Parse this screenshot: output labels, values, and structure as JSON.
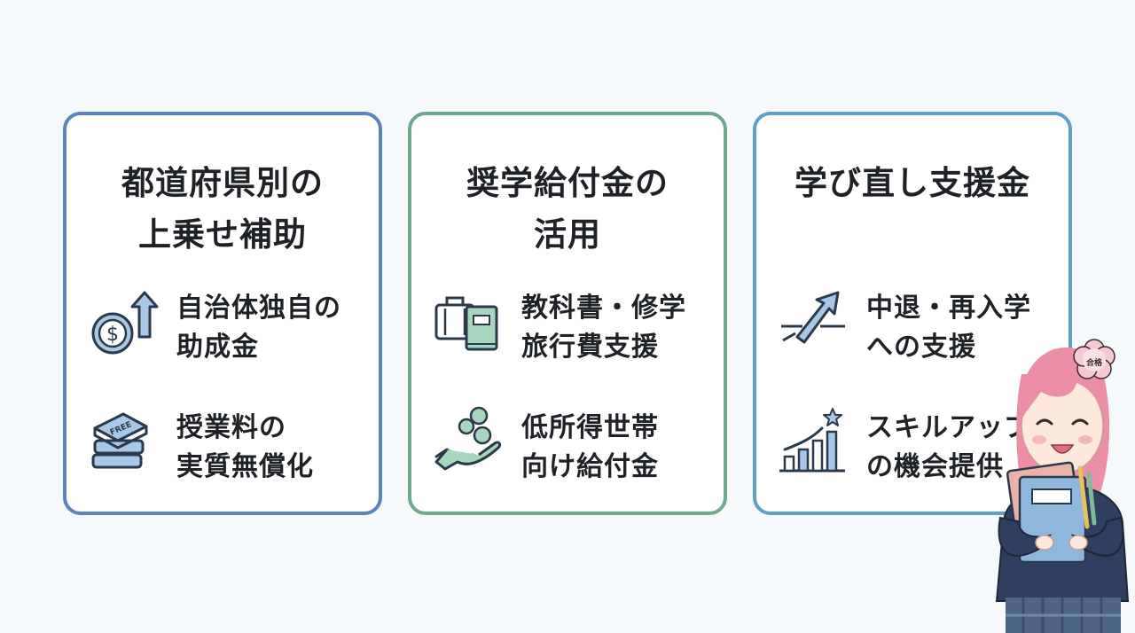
{
  "cards": [
    {
      "title": "都道府県別の\n上乗せ補助",
      "items": [
        {
          "label": "自治体独自の\n助成金",
          "icon": "coin-arrow-up-icon"
        },
        {
          "label": "授業料の\n実質無償化",
          "icon": "free-books-icon"
        }
      ]
    },
    {
      "title": "奨学給付金の\n活用",
      "items": [
        {
          "label": "教科書・修学\n旅行費支援",
          "icon": "suitcase-book-icon"
        },
        {
          "label": "低所得世帯\n向け給付金",
          "icon": "hand-coins-icon"
        }
      ]
    },
    {
      "title": "学び直し支援金",
      "items": [
        {
          "label": "中退・再入学\nへの支援",
          "icon": "restart-arrow-icon"
        },
        {
          "label": "スキルアップ\nの機会提供",
          "icon": "growth-chart-icon"
        }
      ]
    }
  ],
  "character": {
    "badge": "合格"
  },
  "colors": {
    "card1_border": "#5b84be",
    "card2_border": "#6daa8c",
    "card3_border": "#5fa0c8",
    "icon_blue": "#a9c8e8",
    "icon_green": "#a8d6c0",
    "text": "#1e2125"
  }
}
